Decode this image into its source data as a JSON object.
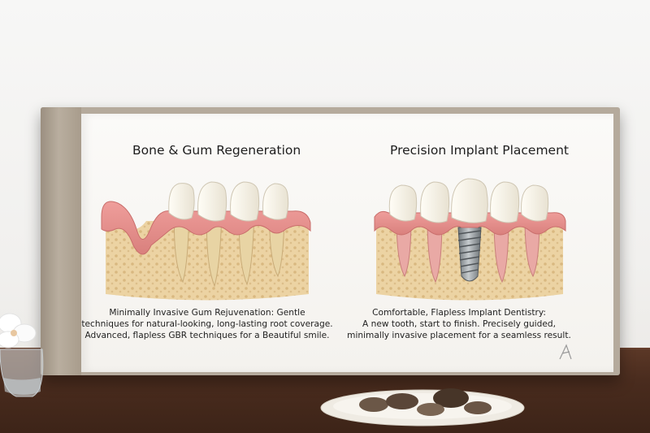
{
  "left_panel": {
    "title": "Bone & Gum Regeneration",
    "caption_lines": [
      "Minimally Invasive Gum Rejuvenation: Gentle",
      "techniques for natural-looking, long-lasting root coverage.",
      "Advanced, flapless GBR techniques for a Beautiful smile."
    ]
  },
  "right_panel": {
    "title": "Precision Implant Placement",
    "caption_lines": [
      "Comfortable, Flapless Implant Dentistry:",
      "A new tooth, start to finish. Precisely guided,",
      "minimally invasive placement for a seamless result."
    ]
  },
  "colors": {
    "gum": "#e48f8c",
    "bone": "#ecd3a3",
    "enamel": "#f6f3ea",
    "implant": "#9aa0a4",
    "table": "#4a2c1e",
    "cover": "#b5aa9c"
  }
}
